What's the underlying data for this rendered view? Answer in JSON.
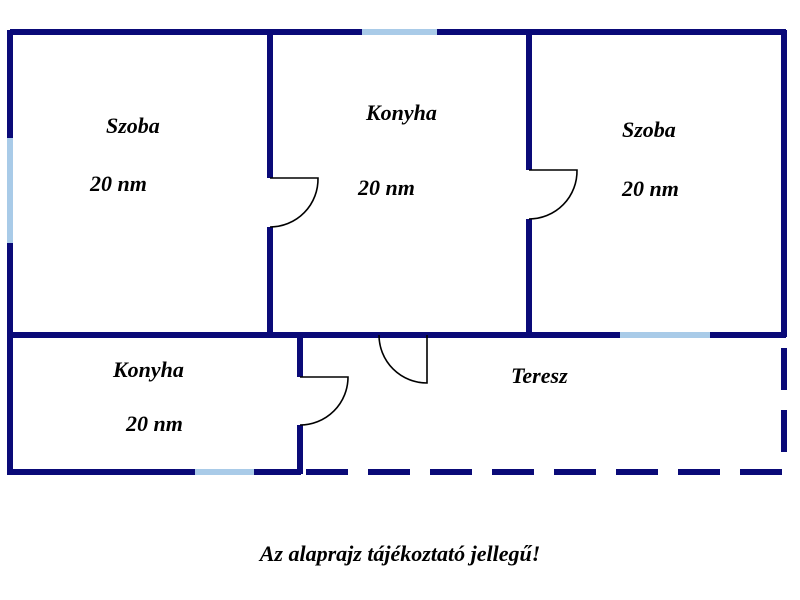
{
  "colors": {
    "wall": "#0a0a78",
    "window": "#a9cbe8",
    "door": "#000000",
    "background": "#ffffff"
  },
  "rooms": [
    {
      "id": "szoba-left",
      "name": "Szoba",
      "area": "20 nm"
    },
    {
      "id": "konyha-mid",
      "name": "Konyha",
      "area": "20 nm"
    },
    {
      "id": "szoba-right",
      "name": "Szoba",
      "area": "20 nm"
    },
    {
      "id": "konyha-bottom",
      "name": "Konyha",
      "area": "20 nm"
    },
    {
      "id": "terasz",
      "name": "Teresz"
    }
  ],
  "disclaimer": "Az alaprajz tájékoztató jellegű!"
}
